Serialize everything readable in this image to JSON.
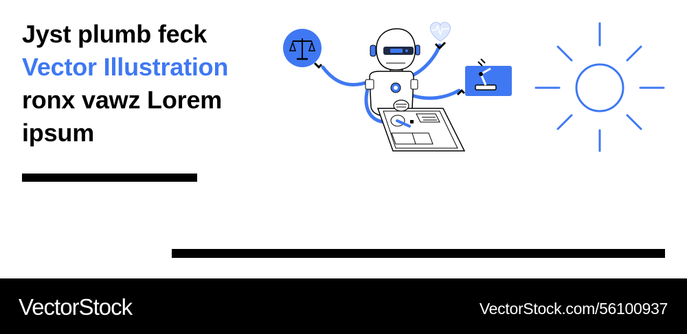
{
  "headline": {
    "line1": "Jyst plumb feck",
    "line2": "Vector Illustration",
    "line3": "ronx vawz Lorem",
    "line4": "ipsum"
  },
  "footer": {
    "brand": "VectorStock",
    "image_id": "VectorStock.com/56100937"
  },
  "colors": {
    "accent": "#3f78f2",
    "text": "#000000",
    "background": "#ffffff",
    "footer_bg": "#000000"
  },
  "illustration": {
    "subject": "robot-with-icons",
    "icons": [
      "scales-icon",
      "heart-icon",
      "robotic-arm-icon",
      "sun-icon",
      "tablet-icon"
    ]
  }
}
